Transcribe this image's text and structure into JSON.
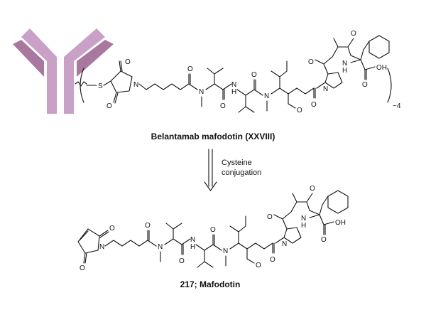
{
  "top_caption": "Belantamab mafodotin (XXVIII)",
  "bottom_caption": "217; Mafodotin",
  "arrow_label_line1": "Cysteine",
  "arrow_label_line2": "conjugation",
  "drug_to_antibody_ratio": "~4",
  "atom_labels": {
    "S": "S",
    "N": "N",
    "O": "O",
    "H": "H",
    "OH": "OH"
  },
  "colors": {
    "antibody_light": "#c9a0c6",
    "antibody_dark": "#a9789f",
    "ink": "#111111"
  }
}
